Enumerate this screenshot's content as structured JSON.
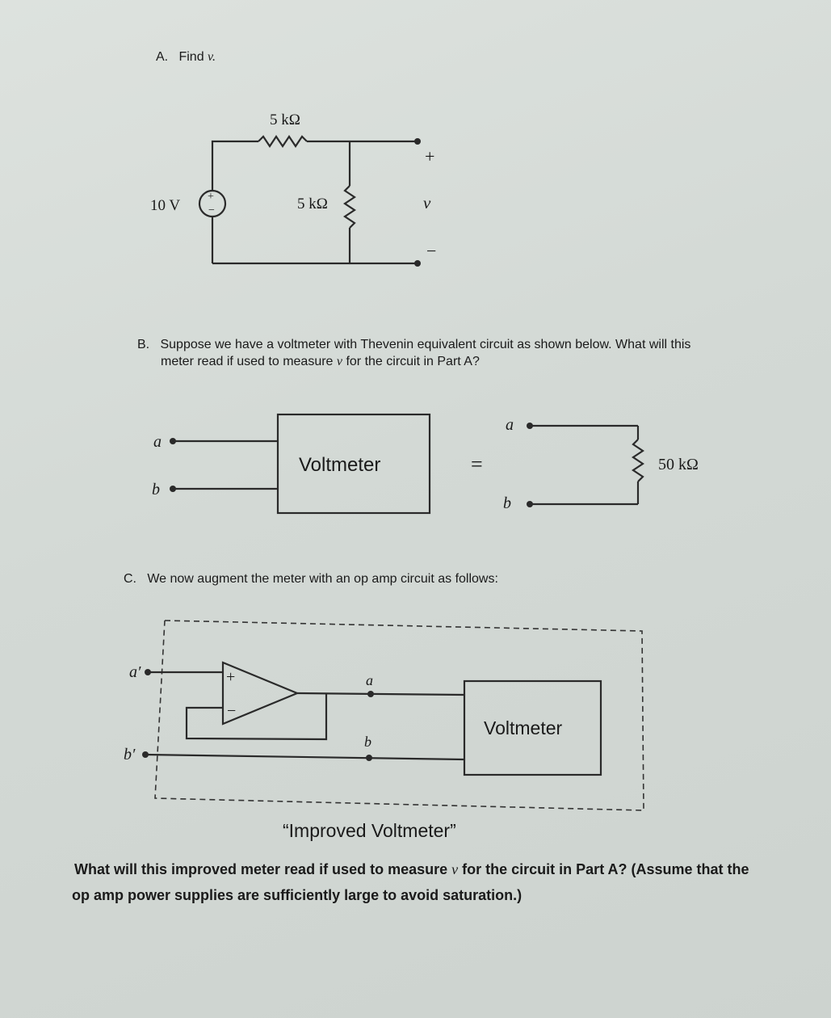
{
  "part_a": {
    "label": "A.",
    "prompt": "Find",
    "var": "v."
  },
  "circuit_a": {
    "series_resistor": "5 kΩ",
    "shunt_resistor": "5 kΩ",
    "source": "10 V",
    "src_plus": "+",
    "src_minus": "−",
    "out_plus": "+",
    "out_minus": "−",
    "out_var": "v"
  },
  "part_b": {
    "label": "B.",
    "line1": "Suppose we have a voltmeter with Thevenin equivalent circuit as shown below. What will this",
    "line2_pre": "meter read if used to measure",
    "line2_var": "v",
    "line2_post": "for the circuit  in Part A?"
  },
  "circuit_b": {
    "term_a": "a",
    "term_b": "b",
    "box_label": "Voltmeter",
    "equals": "=",
    "eq_term_a": "a",
    "eq_term_b": "b",
    "resistor": "50 kΩ"
  },
  "part_c": {
    "label": "C.",
    "text": "We now augment the meter with an op amp circuit as follows:"
  },
  "circuit_c": {
    "term_a_prime": "a′",
    "term_b_prime": "b′",
    "plus": "+",
    "minus": "−",
    "node_a": "a",
    "node_b": "b",
    "box_label": "Voltmeter",
    "caption": "“Improved Voltmeter”"
  },
  "final_question": {
    "line1_pre": "What will this improved meter read if used to measure",
    "line1_var": "v",
    "line1_post": "for the circuit in Part A? (Assume that the",
    "line2": "op amp power supplies are sufficiently large to avoid saturation.)"
  }
}
